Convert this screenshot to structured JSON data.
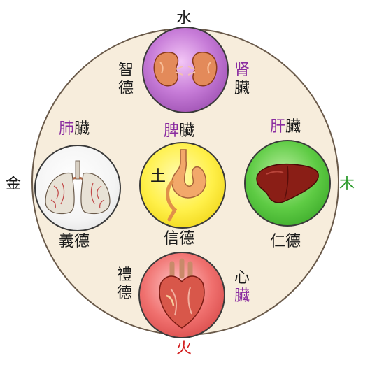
{
  "elements": {
    "water": "水",
    "metal": "金",
    "wood": "木",
    "fire": "火"
  },
  "organs": {
    "kidney": {
      "rad": "肾",
      "rest": "臟"
    },
    "lung": {
      "rad": "肺",
      "rest": "臟"
    },
    "spleen": {
      "rad": "脾",
      "rest": "臟"
    },
    "liver": {
      "rad": "肝",
      "rest": "臟"
    },
    "heart": {
      "rad": "心",
      "rest": "臟"
    }
  },
  "earth_label": "土",
  "virtues": {
    "zhi_1": "智",
    "zhi_2": "德",
    "yi": "義德",
    "xin": "信德",
    "ren": "仁德",
    "li_1": "禮",
    "li_2": "德"
  },
  "colors": {
    "highlight": "#8a2ca0",
    "kidney": "#c77cd8",
    "lung": "#f4f4f4",
    "spleen": "#fff04a",
    "liver": "#5ecb44",
    "heart": "#f0716f",
    "fire": "#d32020",
    "wood": "#2a9a2a"
  },
  "icons": {
    "kidney": "kidney-icon",
    "lung": "lung-icon",
    "stomach": "stomach-icon",
    "liver": "liver-icon",
    "heart": "heart-icon"
  }
}
